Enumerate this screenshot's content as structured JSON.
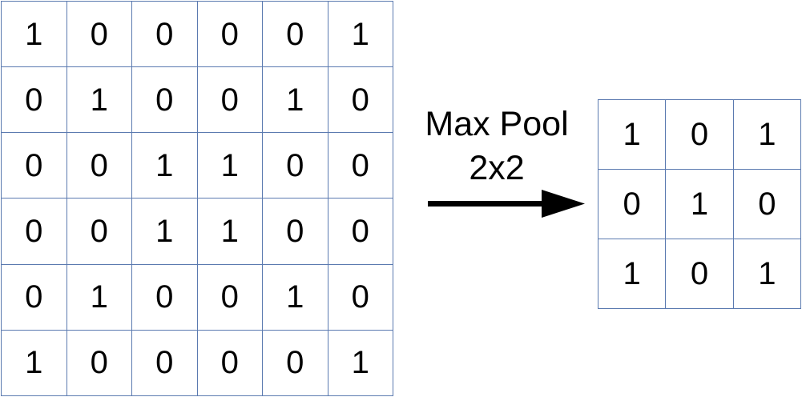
{
  "input_matrix": {
    "rows": [
      [
        "1",
        "0",
        "0",
        "0",
        "0",
        "1"
      ],
      [
        "0",
        "1",
        "0",
        "0",
        "1",
        "0"
      ],
      [
        "0",
        "0",
        "1",
        "1",
        "0",
        "0"
      ],
      [
        "0",
        "0",
        "1",
        "1",
        "0",
        "0"
      ],
      [
        "0",
        "1",
        "0",
        "0",
        "1",
        "0"
      ],
      [
        "1",
        "0",
        "0",
        "0",
        "0",
        "1"
      ]
    ]
  },
  "operation": {
    "line1": "Max Pool",
    "line2": "2x2"
  },
  "output_matrix": {
    "rows": [
      [
        "1",
        "0",
        "1"
      ],
      [
        "0",
        "1",
        "0"
      ],
      [
        "1",
        "0",
        "1"
      ]
    ]
  },
  "colors": {
    "grid_line": "#5b7ab0",
    "text": "#000000",
    "arrow": "#000000"
  },
  "icons": {
    "arrow": "right-arrow-icon"
  }
}
